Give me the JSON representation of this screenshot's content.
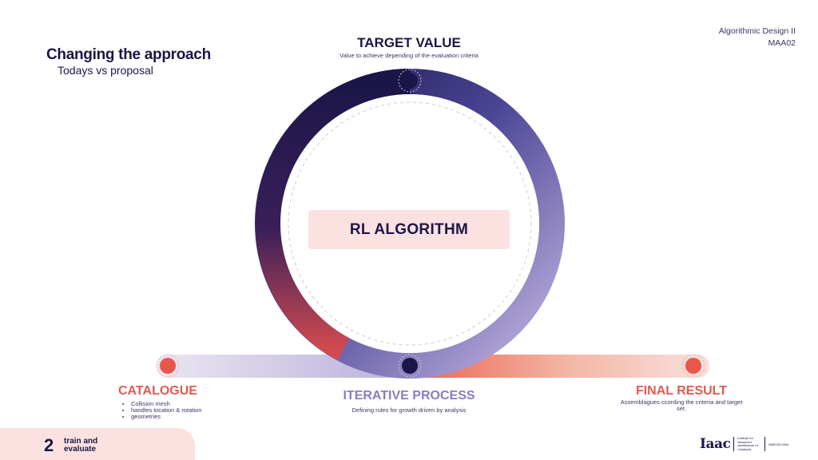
{
  "header": {
    "title": "Changing the approach",
    "subtitle": "Todays vs proposal",
    "course_line1": "Algorithmic Design II",
    "course_line2": "MAA02"
  },
  "diagram": {
    "target": {
      "title": "TARGET VALUE",
      "description": "Value to achieve depending of the evaluation criteria"
    },
    "center": {
      "label": "RL ALGORITHM"
    },
    "catalogue": {
      "title": "CATALOGUE",
      "items": [
        "Collision mesh",
        "handles location & rotation",
        "geometries"
      ]
    },
    "iterative": {
      "title": "ITERATIVE PROCESS",
      "description": "Defining rules for growth driven by analysis"
    },
    "final": {
      "title": "FINAL RESULT",
      "description": "Assemblagues ccording the criteria and target set."
    },
    "colors": {
      "navy": "#1b1647",
      "coral": "#e9574b",
      "lavender": "#a99bd2",
      "pink_bg": "#fbe1e0"
    }
  },
  "footer": {
    "number": "2",
    "label": "train and evaluate",
    "logo_mark": "Iaac",
    "logo_institute": "institute for advanced architecture of Catalonia",
    "logo_city": "BARCELONA"
  }
}
